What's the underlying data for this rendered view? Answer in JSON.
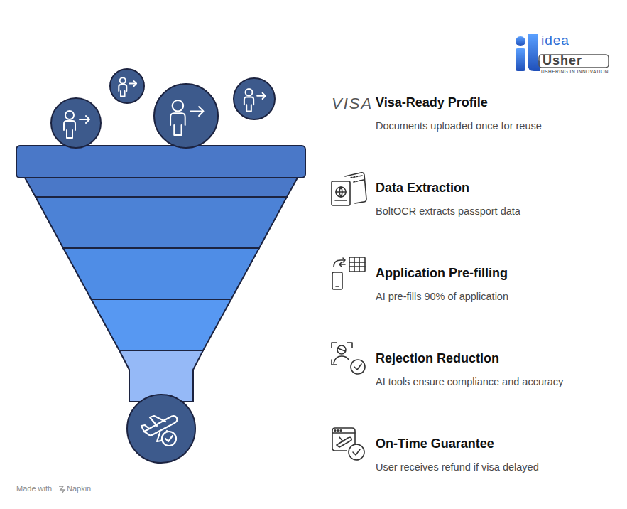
{
  "diagram": {
    "labels": [
      "idea",
      "Usher",
      "USHERING IN INNOVATION",
      "VISA",
      "Visa-Ready Profile",
      "Documents uploaded once for reuse",
      "Data Extraction",
      "BoltOCR extracts passport data",
      "Application Pre-filling",
      "AI pre-fills 90% of application",
      "Rejection Reduction",
      "AI tools ensure compliance and accuracy",
      "On-Time Guarantee",
      "User receives refund if visa delayed",
      "Made with",
      "Napkin"
    ]
  }
}
